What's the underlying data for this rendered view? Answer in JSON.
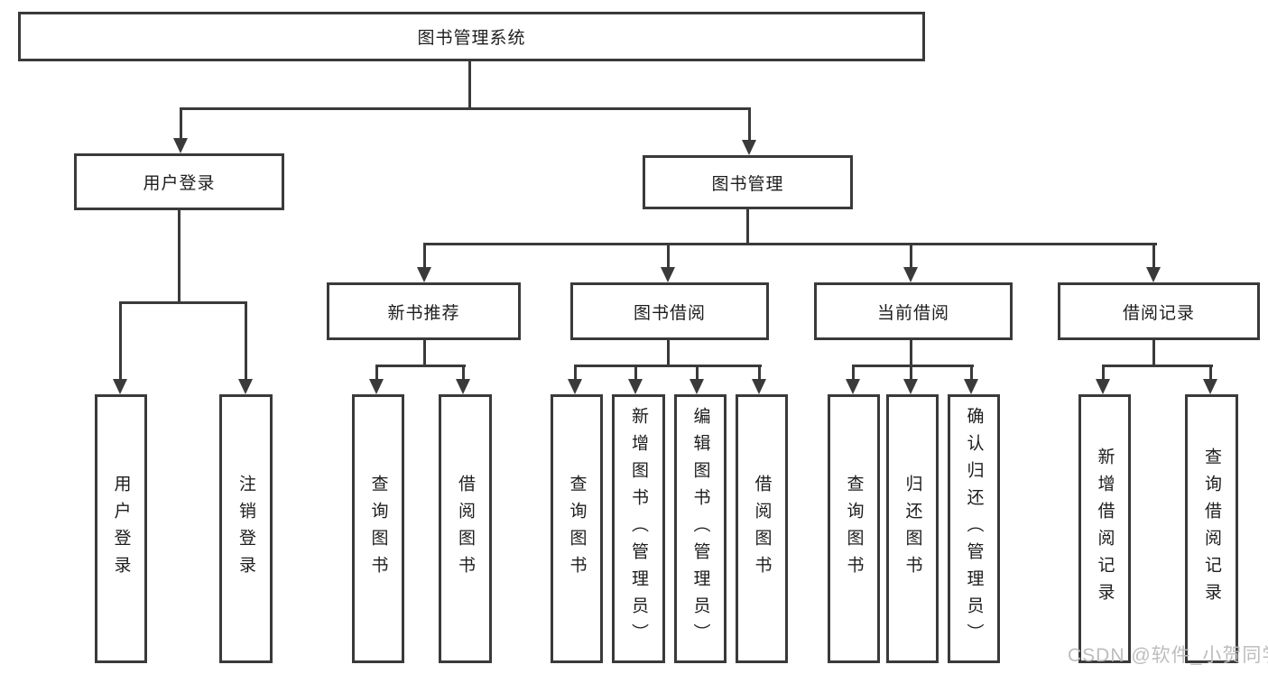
{
  "tree": {
    "root": "图书管理系统",
    "user_login": {
      "label": "用户登录",
      "children": [
        "用户登录",
        "注销登录"
      ]
    },
    "book_mgmt": {
      "label": "图书管理",
      "groups": [
        {
          "label": "新书推荐",
          "children": [
            "查询图书",
            "借阅图书"
          ]
        },
        {
          "label": "图书借阅",
          "children": [
            "查询图书",
            "新增图书（管理员）",
            "编辑图书（管理员）",
            "借阅图书"
          ]
        },
        {
          "label": "当前借阅",
          "children": [
            "查询图书",
            "归还图书",
            "确认归还（管理员）"
          ]
        },
        {
          "label": "借阅记录",
          "children": [
            "新增借阅记录",
            "查询借阅记录"
          ]
        }
      ]
    }
  },
  "watermark": "CSDN @软件_小贺同学",
  "colors": {
    "line": "#3a3a3a",
    "text": "#1d1d1d",
    "watermark": "#bdbdbd",
    "background": "#ffffff"
  }
}
